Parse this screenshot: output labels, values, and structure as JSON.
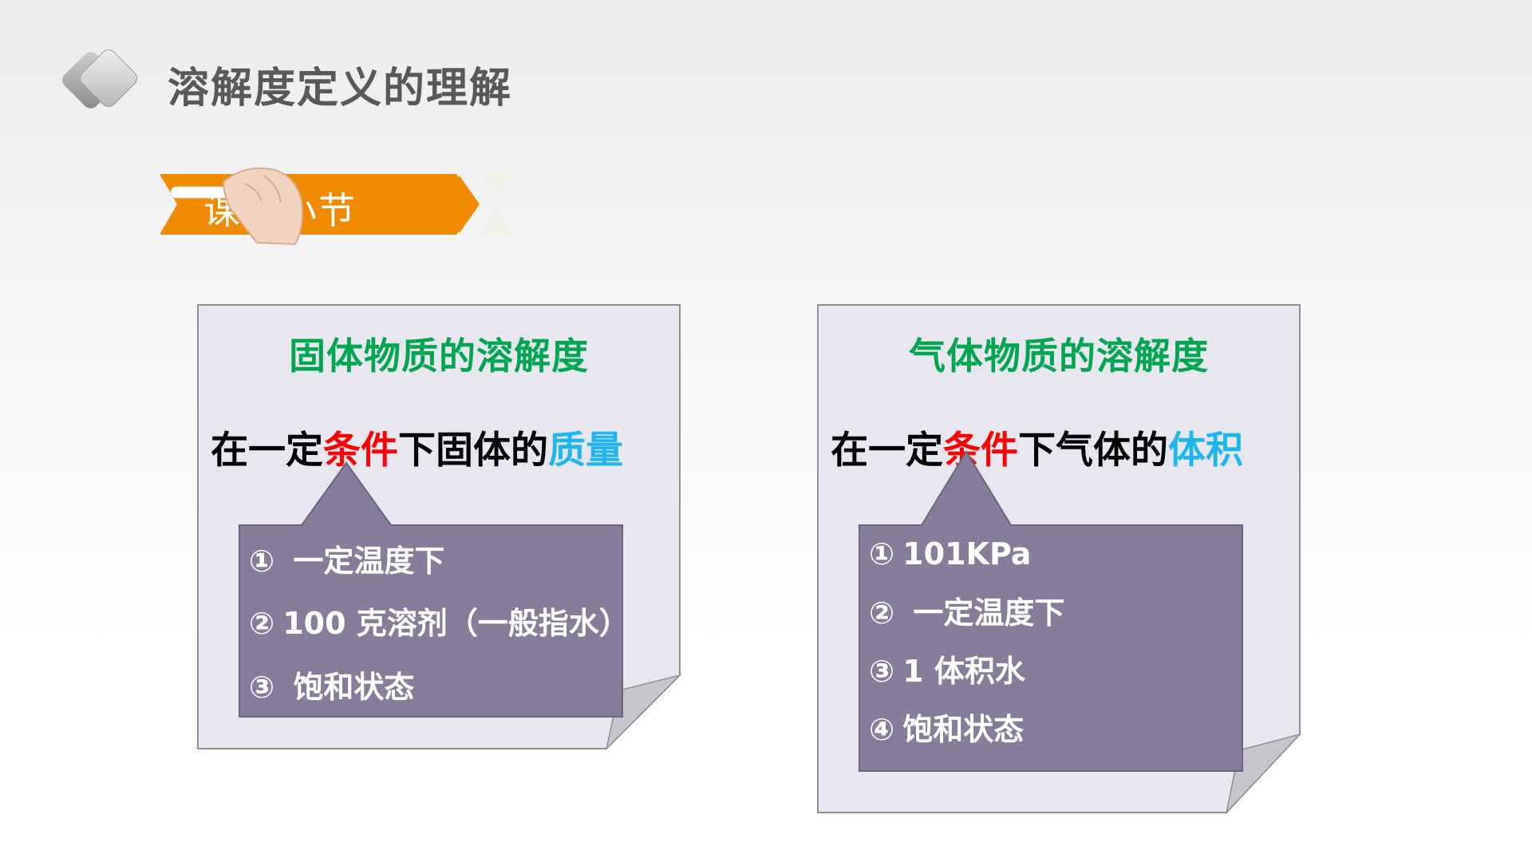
{
  "header": {
    "title": "溶解度定义的理解"
  },
  "banner": {
    "label": "课堂小节"
  },
  "colors": {
    "title_gray": "#595959",
    "orange": "#f18a00",
    "card_fill": "#e8e6ef",
    "callout_fill": "#857d99",
    "green": "#00a650",
    "red": "#ff0000",
    "blue": "#1fb6f0"
  },
  "cards": [
    {
      "title": "固体物质的溶解度",
      "definition": {
        "prefix": "在一定",
        "highlight_red": "条件",
        "middle": "下固体的",
        "highlight_blue": "质量"
      },
      "items": [
        {
          "num": "①",
          "text": " 一定温度下"
        },
        {
          "num": "②",
          "text": "100 克溶剂（一般指水）"
        },
        {
          "num": "③",
          "text": " 饱和状态"
        }
      ]
    },
    {
      "title": "气体物质的溶解度",
      "definition": {
        "prefix": "在一定",
        "highlight_red": "条件",
        "middle": "下气体的",
        "highlight_blue": "体积"
      },
      "items": [
        {
          "num": "①",
          "text": "101KPa"
        },
        {
          "num": "②",
          "text": " 一定温度下"
        },
        {
          "num": "③",
          "text": "1 体积水"
        },
        {
          "num": "④",
          "text": "饱和状态"
        }
      ]
    }
  ]
}
